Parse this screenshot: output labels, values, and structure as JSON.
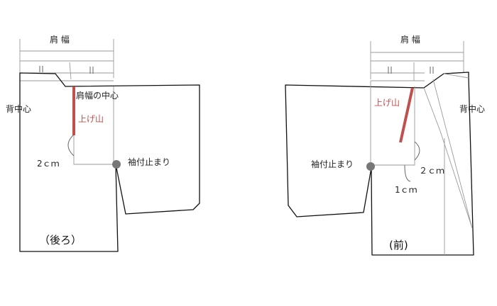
{
  "back": {
    "shoulder_width": "肩 幅",
    "shoulder_center": "肩幅の中心",
    "back_center": "背中心",
    "tuck": "上げ山",
    "allowance": "2ｃｍ",
    "sleeve_stop": "袖付止まり",
    "caption": "（後ろ）"
  },
  "front": {
    "shoulder_width": "肩 幅",
    "back_center": "背中心",
    "tuck": "上げ山",
    "allowance_2": "２ｃｍ",
    "allowance_1": "1ｃｍ",
    "sleeve_stop": "袖付止まり",
    "caption": "(前)"
  },
  "colors": {
    "tuck_red": "#c0504d",
    "dot_gray": "#777777"
  }
}
